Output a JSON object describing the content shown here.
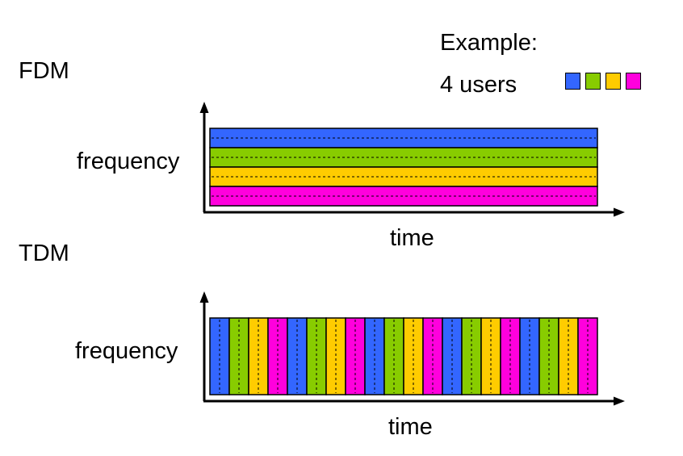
{
  "example_label": "Example:",
  "users_label": "4 users",
  "users": [
    {
      "color": "#3366ff"
    },
    {
      "color": "#88cc00"
    },
    {
      "color": "#ffcc00"
    },
    {
      "color": "#ff00dd"
    }
  ],
  "fdm": {
    "title": "FDM",
    "ylabel": "frequency",
    "xlabel": "time"
  },
  "tdm": {
    "title": "TDM",
    "ylabel": "frequency",
    "xlabel": "time",
    "slot_count": 20
  }
}
